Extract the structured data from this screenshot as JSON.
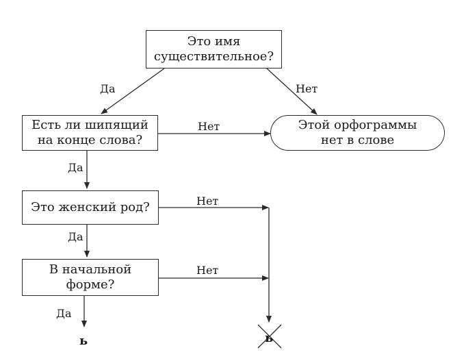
{
  "nodes": {
    "q_noun": {
      "line1": "Это имя",
      "line2": "существительное?"
    },
    "q_sibilant": {
      "line1": "Есть ли шипящий",
      "line2": "на конце слова?"
    },
    "no_spelling": {
      "line1": "Этой орфограммы",
      "line2": "нет в слове"
    },
    "q_feminine": {
      "line1": "Это женский род?"
    },
    "q_initial_form": {
      "line1": "В начальной",
      "line2": "форме?"
    }
  },
  "labels": {
    "yes_noun": "Да",
    "no_noun": "Нет",
    "no_sibilant": "Нет",
    "yes_sibilant": "Да",
    "no_feminine": "Нет",
    "yes_feminine": "Да",
    "no_initial": "Нет",
    "yes_initial": "Да"
  },
  "outcomes": {
    "write_soft_sign": "ь",
    "no_soft_sign": "ь"
  },
  "colors": {
    "line": "#2a2a2a",
    "text": "#1a1a1a"
  }
}
